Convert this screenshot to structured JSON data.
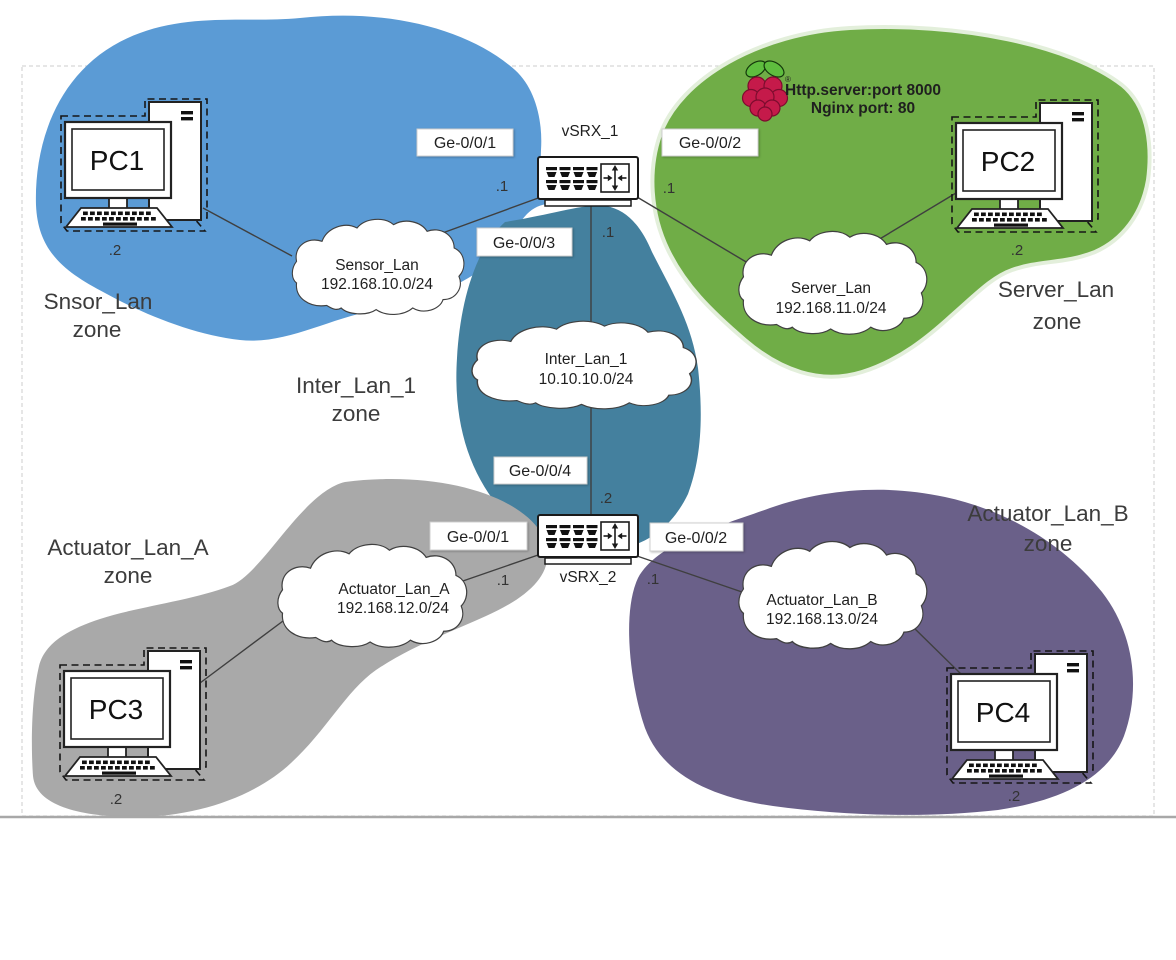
{
  "zones": {
    "sensor": {
      "label": "Snsor_Lan",
      "sublabel": "zone",
      "color": "#5B9BD5"
    },
    "server": {
      "label": "Server_Lan",
      "sublabel": "zone",
      "color": "#70AD47"
    },
    "inter": {
      "label": "Inter_Lan_1",
      "sublabel": "zone",
      "color": "#44809E"
    },
    "actuator_a": {
      "label": "Actuator_Lan_A",
      "sublabel": "zone",
      "color": "#A9A9A9"
    },
    "actuator_b": {
      "label": "Actuator_Lan_B",
      "sublabel": "zone",
      "color": "#6A6089"
    }
  },
  "clouds": {
    "sensor": {
      "name": "Sensor_Lan",
      "subnet": "192.168.10.0/24"
    },
    "server": {
      "name": "Server_Lan",
      "subnet": "192.168.11.0/24"
    },
    "inter": {
      "name": "Inter_Lan_1",
      "subnet": "10.10.10.0/24"
    },
    "actuator_a": {
      "name": "Actuator_Lan_A",
      "subnet": "192.168.12.0/24"
    },
    "actuator_b": {
      "name": "Actuator_Lan_B",
      "subnet": "192.168.13.0/24"
    }
  },
  "routers": {
    "vsrx1": {
      "name": "vSRX_1",
      "if_left": "Ge-0/0/1",
      "if_right": "Ge-0/0/2",
      "if_down": "Ge-0/0/3",
      "ip_left": ".1",
      "ip_right": ".1",
      "ip_down": ".1"
    },
    "vsrx2": {
      "name": "vSRX_2",
      "if_up": "Ge-0/0/4",
      "if_left": "Ge-0/0/1",
      "if_right": "Ge-0/0/2",
      "ip_up": ".2",
      "ip_left": ".1",
      "ip_right": ".1"
    }
  },
  "hosts": {
    "pc1": {
      "name": "PC1",
      "ip_suffix": ".2"
    },
    "pc2": {
      "name": "PC2",
      "ip_suffix": ".2"
    },
    "pc3": {
      "name": "PC3",
      "ip_suffix": ".2"
    },
    "pc4": {
      "name": "PC4",
      "ip_suffix": ".2"
    }
  },
  "raspberry_pi": {
    "caption_line1": "Http.server:port 8000",
    "caption_line2": "Nginx port: 80",
    "registered_mark": "®"
  }
}
